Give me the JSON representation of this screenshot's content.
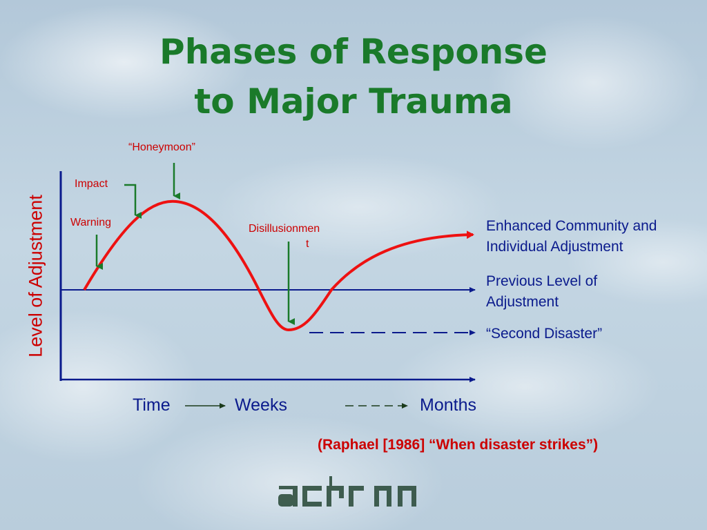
{
  "title": {
    "line1": "Phases of Response",
    "line2": "to Major Trauma"
  },
  "y_axis_label": "Level of Adjustment",
  "phase_labels": {
    "honeymoon": "“Honeymoon”",
    "impact": "Impact",
    "warning": "Warning",
    "disillusionment_line1": "Disillusionmen",
    "disillusionment_line2": "t"
  },
  "outcome_labels": {
    "enhanced_line1": "Enhanced Community and",
    "enhanced_line2": "Individual Adjustment",
    "previous_line1": "Previous Level of",
    "previous_line2": "Adjustment",
    "second_disaster": "“Second Disaster”"
  },
  "time_axis": {
    "time": "Time",
    "weeks": "Weeks",
    "months": "Months"
  },
  "citation": "(Raphael [1986] “When disaster strikes”)",
  "logo_text": "acpmh",
  "colors": {
    "title": "#1a7a2a",
    "curve": "#ee1111",
    "axes": "#0a1a8c",
    "arrows": "#1a7a2a",
    "label_red": "#cc0000"
  }
}
